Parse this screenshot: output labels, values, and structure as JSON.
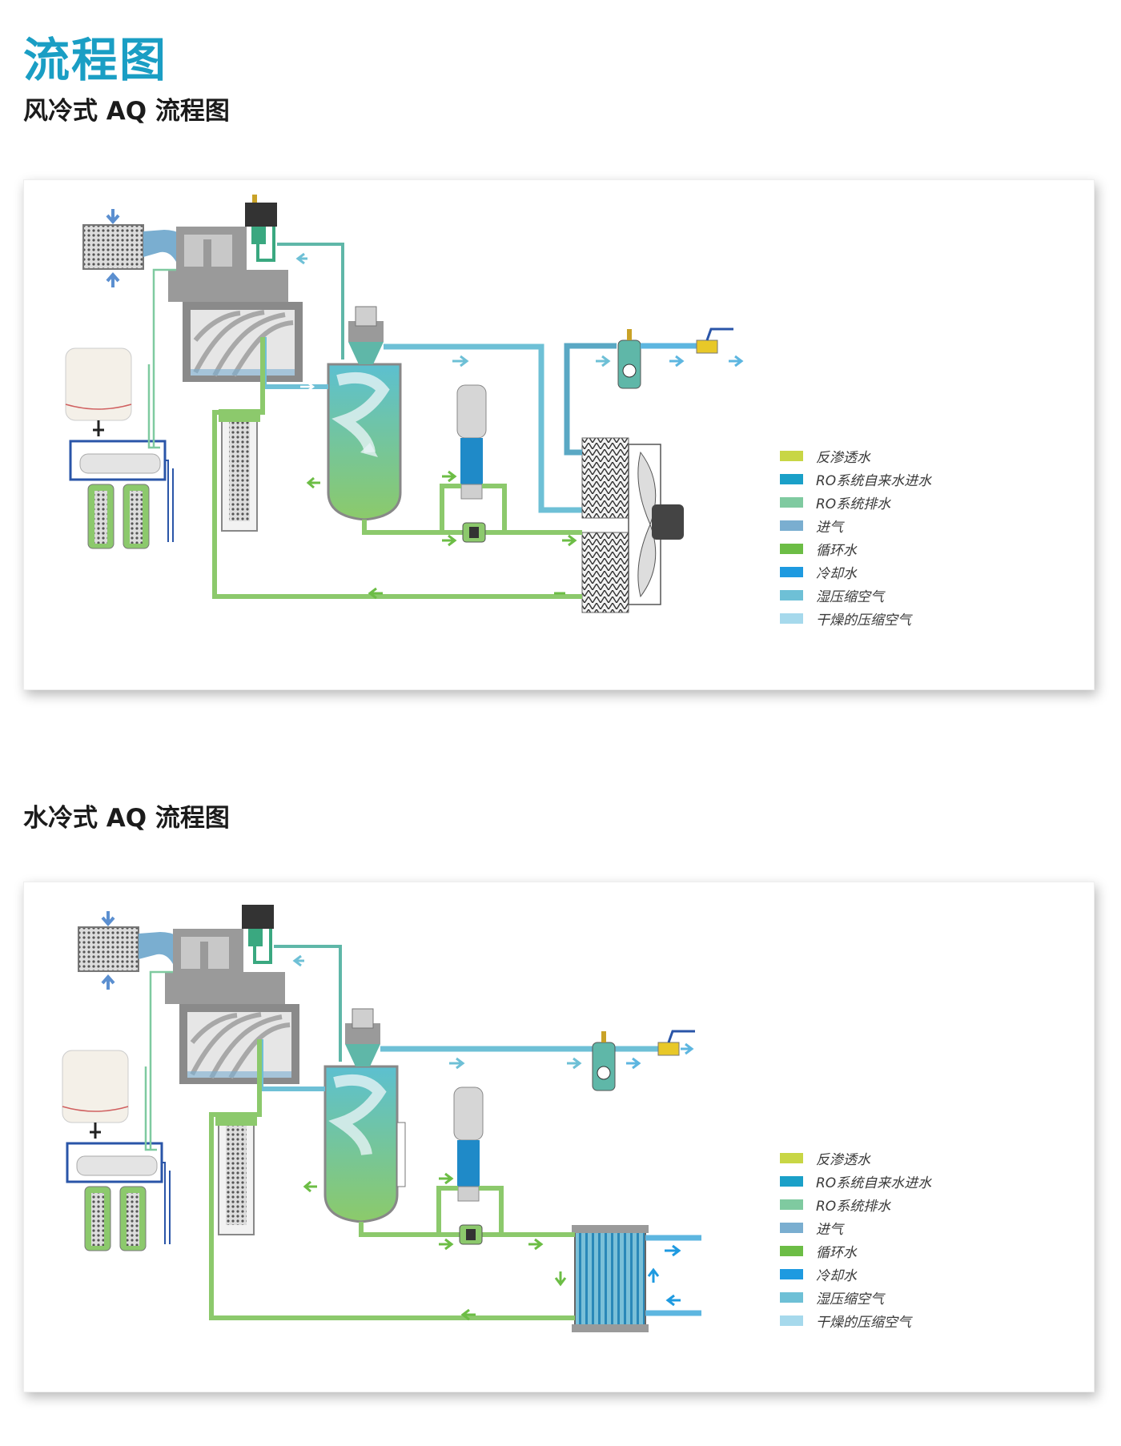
{
  "page": {
    "title": "流程图"
  },
  "sections": [
    {
      "title": "风冷式 AQ 流程图"
    },
    {
      "title": "水冷式 AQ 流程图"
    }
  ],
  "legend": [
    {
      "label": "反渗透水",
      "color": "#c8d645"
    },
    {
      "label": "RO系统自来水进水",
      "color": "#1aa0c8"
    },
    {
      "label": "RO系统排水",
      "color": "#7fcaa0"
    },
    {
      "label": "进气",
      "color": "#7aaed0"
    },
    {
      "label": "循环水",
      "color": "#6cbd45"
    },
    {
      "label": "冷却水",
      "color": "#1e9ae0"
    },
    {
      "label": "湿压缩空气",
      "color": "#6ec0d6"
    },
    {
      "label": "干燥的压缩空气",
      "color": "#a6d9ec"
    }
  ],
  "colors": {
    "title": "#1a9ec4",
    "intake_air": "#7aaed0",
    "recirc_water": "#8cc96c",
    "wet_air": "#6ec0d6",
    "dry_air": "#5db6e0",
    "ro_drain": "#7fcaa0",
    "ro_feed": "#2a55a8",
    "machine_grey": "#9a9a9a"
  }
}
